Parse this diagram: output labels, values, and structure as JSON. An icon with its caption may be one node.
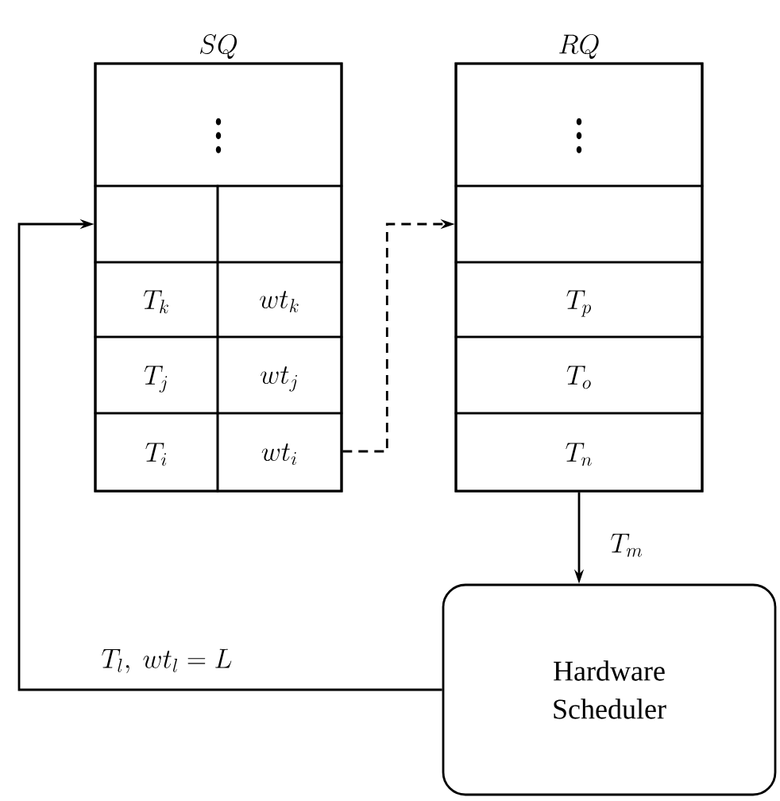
{
  "diagram": {
    "nodes": [
      {
        "text": [
          "SQ"
        ]
      },
      {
        "text": [
          "\\vdots"
        ],
        "in": 0
      },
      {
        "text": [],
        "shape": "box",
        "in": 0
      },
      {
        "text": [],
        "shape": "box",
        "in": 0
      },
      {
        "text": [
          "T_k"
        ],
        "in": 0
      },
      {
        "text": [
          "wt_k"
        ],
        "in": 0
      },
      {
        "text": [
          "T_j"
        ],
        "in": 0
      },
      {
        "text": [
          "wt_j"
        ],
        "in": 0
      },
      {
        "text": [
          "T_i"
        ],
        "in": 0
      },
      {
        "text": [
          "wt_i"
        ],
        "in": 0
      },
      {
        "text": [
          "RQ"
        ]
      },
      {
        "text": [
          "\\vdots"
        ],
        "in": 10
      },
      {
        "text": [],
        "shape": "box",
        "in": 10
      },
      {
        "text": [
          "T_p"
        ],
        "in": 10
      },
      {
        "text": [
          "T_o"
        ],
        "in": 10
      },
      {
        "text": [
          "T_n"
        ],
        "in": 10
      },
      {
        "text": [
          "Hardware Scheduler"
        ]
      }
    ],
    "edges": [
      {
        "from": 9,
        "to": 12,
        "arrow": "to",
        "style": "dashed"
      },
      {
        "from": 15,
        "to": 16,
        "arrow": "to",
        "label": "T_m"
      },
      {
        "from": 16,
        "to": 2,
        "arrow": "to",
        "label": "T_l,\\ wt_l = L"
      }
    ]
  }
}
